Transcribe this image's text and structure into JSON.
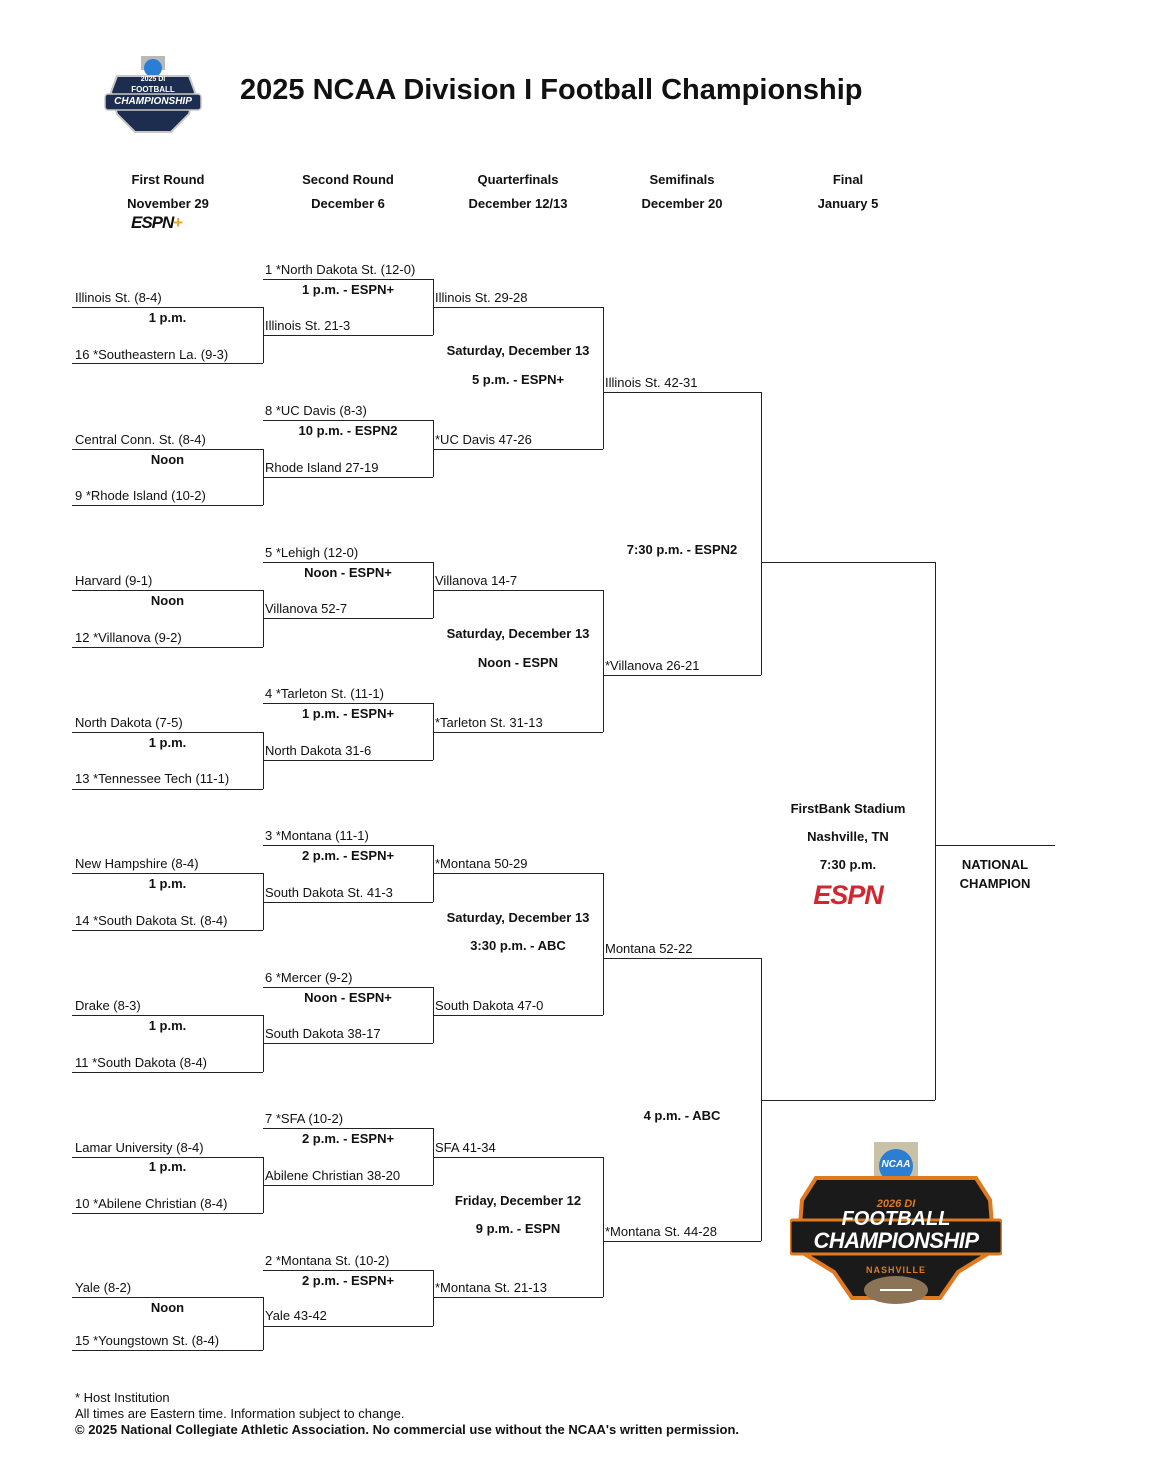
{
  "title": "2025 NCAA Division I Football Championship",
  "logo_top": {
    "line1": "2025 DI",
    "line2": "FOOTBALL",
    "line3": "CHAMPIONSHIP"
  },
  "logo_bottom": {
    "ncaa": "NCAA",
    "line1": "2026 DI",
    "line2": "FOOTBALL",
    "line3": "CHAMPIONSHIP",
    "line4": "NASHVILLE"
  },
  "rounds": [
    {
      "name": "First Round",
      "date": "November 29"
    },
    {
      "name": "Second Round",
      "date": "December 6"
    },
    {
      "name": "Quarterfinals",
      "date": "December 12/13"
    },
    {
      "name": "Semifinals",
      "date": "December 20"
    },
    {
      "name": "Final",
      "date": "January 5"
    }
  ],
  "first_round_network": "ESPN",
  "first_round_network_plus": "+",
  "first_round": [
    {
      "top": "Illinois St. (8-4)",
      "time": "1 p.m.",
      "bottom": "16 *Southeastern La. (9-3)"
    },
    {
      "top": "Central Conn. St. (8-4)",
      "time": "Noon",
      "bottom": "9 *Rhode Island (10-2)"
    },
    {
      "top": "Harvard (9-1)",
      "time": "Noon",
      "bottom": "12 *Villanova (9-2)"
    },
    {
      "top": "North Dakota (7-5)",
      "time": "1 p.m.",
      "bottom": "13 *Tennessee Tech (11-1)"
    },
    {
      "top": "New Hampshire (8-4)",
      "time": "1 p.m.",
      "bottom": "14 *South Dakota St. (8-4)"
    },
    {
      "top": "Drake (8-3)",
      "time": "1 p.m.",
      "bottom": "11 *South Dakota (8-4)"
    },
    {
      "top": "Lamar University (8-4)",
      "time": "1 p.m.",
      "bottom": "10 *Abilene Christian (8-4)"
    },
    {
      "top": "Yale (8-2)",
      "time": "Noon",
      "bottom": "15 *Youngstown St. (8-4)"
    }
  ],
  "second_round": [
    {
      "seed": "1 *North Dakota St. (12-0)",
      "time": "1 p.m. - ESPN+",
      "winner": "Illinois St. 21-3"
    },
    {
      "seed": "8 *UC Davis (8-3)",
      "time": "10 p.m. - ESPN2",
      "winner": "Rhode Island 27-19"
    },
    {
      "seed": "5 *Lehigh (12-0)",
      "time": "Noon - ESPN+",
      "winner": "Villanova 52-7"
    },
    {
      "seed": "4 *Tarleton St. (11-1)",
      "time": "1 p.m. - ESPN+",
      "winner": "North Dakota 31-6"
    },
    {
      "seed": "3 *Montana (11-1)",
      "time": "2 p.m. - ESPN+",
      "winner": "South Dakota St. 41-3"
    },
    {
      "seed": "6 *Mercer (9-2)",
      "time": "Noon - ESPN+",
      "winner": "South Dakota 38-17"
    },
    {
      "seed": "7 *SFA (10-2)",
      "time": "2 p.m. - ESPN+",
      "winner": "Abilene Christian 38-20"
    },
    {
      "seed": "2 *Montana St. (10-2)",
      "time": "2 p.m. - ESPN+",
      "winner": "Yale 43-42"
    }
  ],
  "quarterfinals": [
    {
      "top": "Illinois St. 29-28",
      "day": "Saturday, December 13",
      "time": "5 p.m. - ESPN+",
      "bottom": "*UC Davis 47-26"
    },
    {
      "top": "Villanova 14-7",
      "day": "Saturday, December 13",
      "time": "Noon - ESPN",
      "bottom": "*Tarleton St. 31-13"
    },
    {
      "top": "*Montana 50-29",
      "day": "Saturday, December 13",
      "time": "3:30 p.m. - ABC",
      "bottom": "South Dakota 47-0"
    },
    {
      "top": "SFA 41-34",
      "day": "Friday, December 12",
      "time": "9 p.m. - ESPN",
      "bottom": "*Montana St. 21-13"
    }
  ],
  "semifinals": [
    {
      "top": "Illinois St. 42-31",
      "time": "7:30 p.m. - ESPN2",
      "bottom": "*Villanova 26-21"
    },
    {
      "top": "Montana 52-22",
      "time": "4 p.m. - ABC",
      "bottom": "*Montana St. 44-28"
    }
  ],
  "final": {
    "venue": "FirstBank Stadium",
    "city": "Nashville, TN",
    "time": "7:30 p.m.",
    "network": "ESPN"
  },
  "champion_label_1": "NATIONAL",
  "champion_label_2": "CHAMPION",
  "footer": {
    "host": "* Host Institution",
    "note": "All times are Eastern time. Information subject to change.",
    "copyright": "© 2025 National Collegiate Athletic Association.  No commercial use without the NCAA's written permission."
  }
}
